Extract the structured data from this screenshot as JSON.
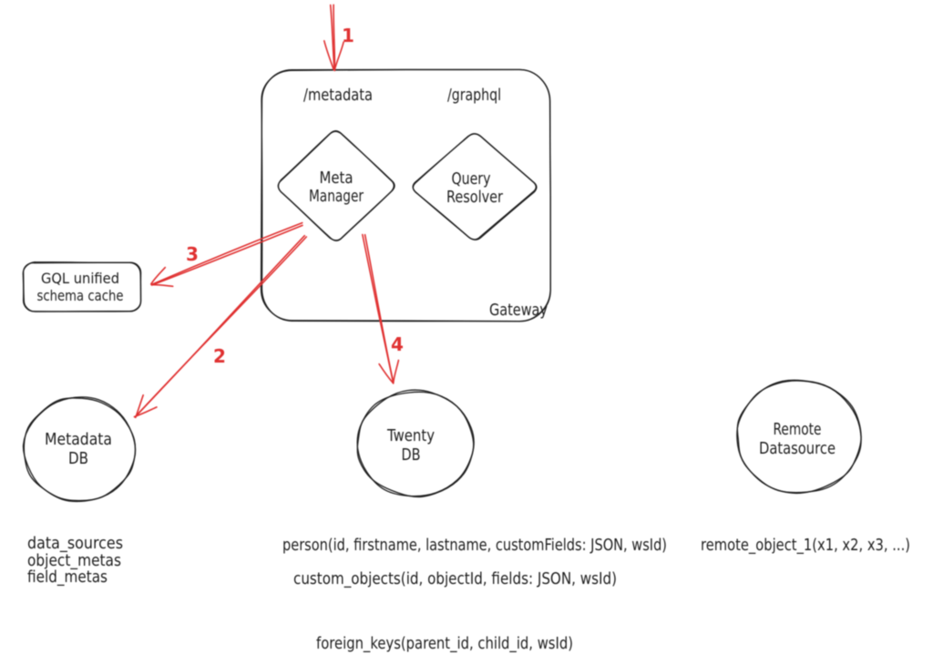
{
  "colors": {
    "ink": "#1e1e1e",
    "accent_red": "#e03131",
    "background": "#ffffff"
  },
  "gateway": {
    "label": "Gateway",
    "route_metadata": "/metadata",
    "route_graphql": "/graphql",
    "meta_manager": {
      "line1": "Meta",
      "line2": "Manager"
    },
    "query_resolver": {
      "line1": "Query",
      "line2": "Resolver"
    }
  },
  "schema_cache": {
    "line1": "GQL unified",
    "line2": "schema cache"
  },
  "metadata_db": {
    "line1": "Metadata",
    "line2": "DB",
    "tables": [
      "data_sources",
      "object_metas",
      "field_metas"
    ]
  },
  "twenty_db": {
    "line1": "Twenty",
    "line2": "DB",
    "schemas": [
      "person(id, firstname, lastname, customFields: JSON, wsId)",
      "custom_objects(id, objectId, fields: JSON, wsId)",
      "foreign_keys(parent_id, child_id, wsId)"
    ]
  },
  "remote_datasource": {
    "line1": "Remote",
    "line2": "Datasource",
    "schemas": [
      "remote_object_1(x1, x2, x3, ...)"
    ]
  },
  "arrows": {
    "n1": "1",
    "n2": "2",
    "n3": "3",
    "n4": "4"
  }
}
